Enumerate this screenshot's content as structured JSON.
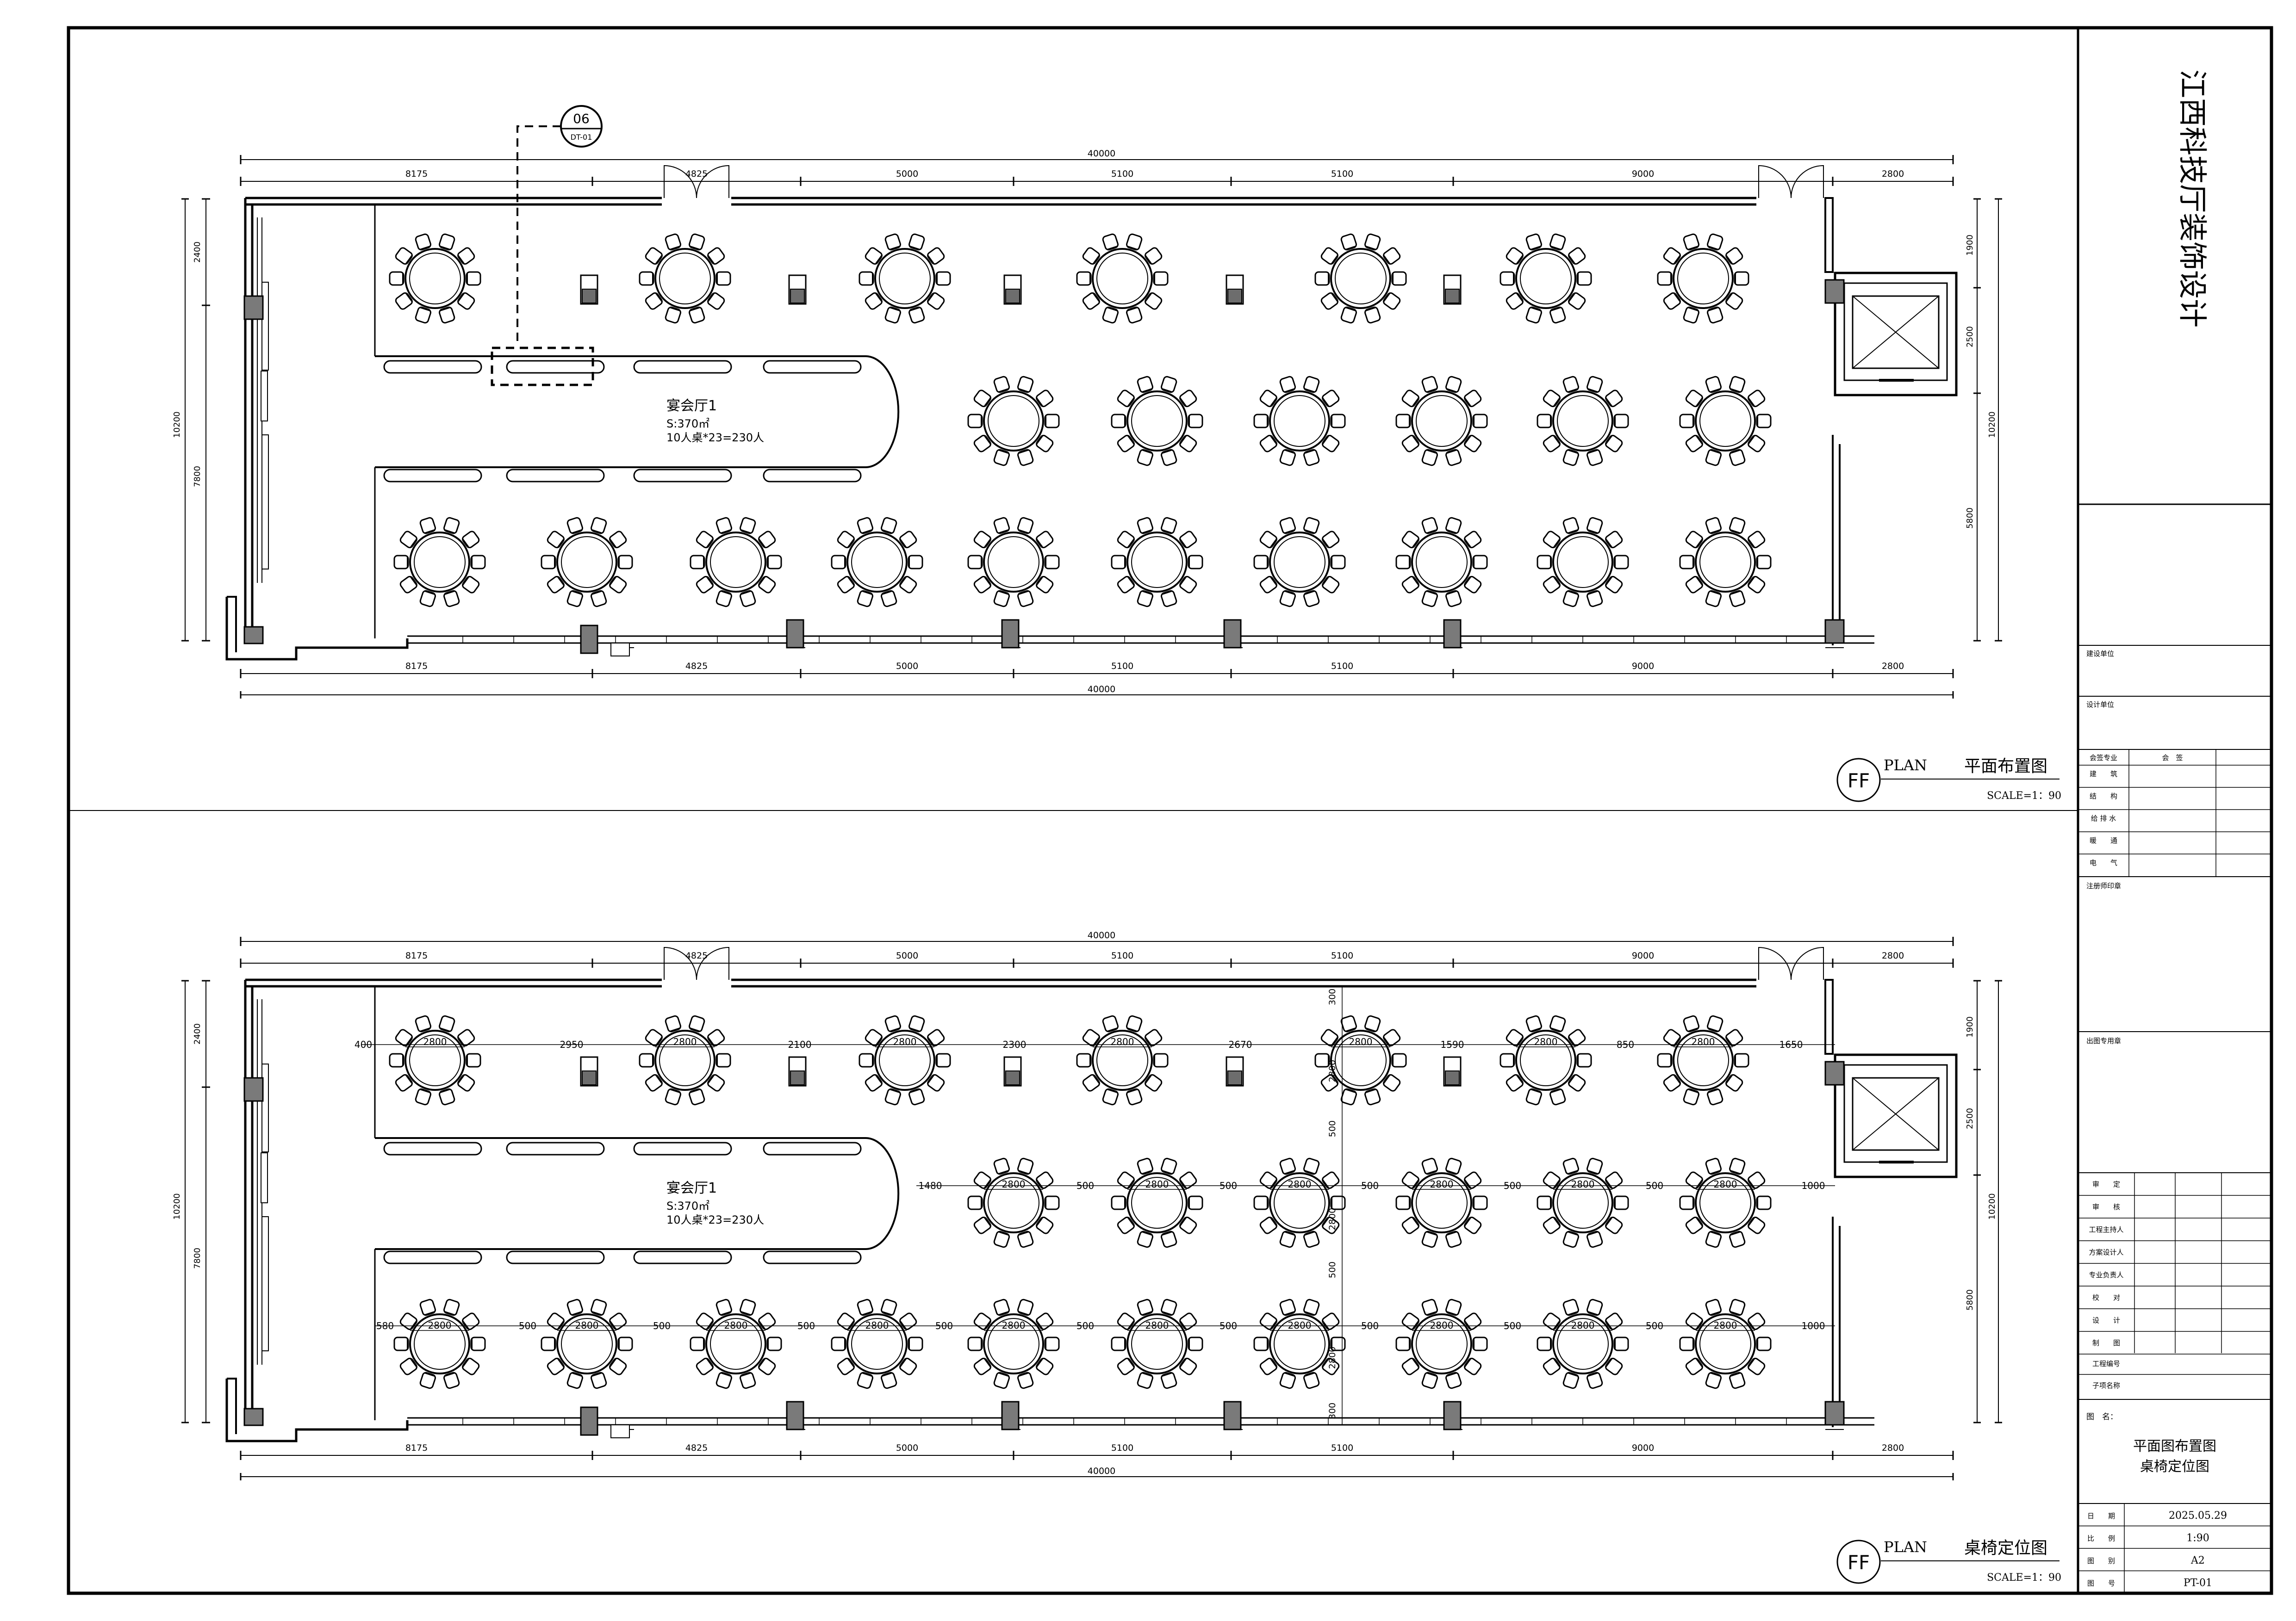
{
  "company": "江西科技厅装饰设计",
  "plans": [
    {
      "key": "plan1",
      "symbol": "FF",
      "plan_word": "PLAN",
      "title": "平面布置图",
      "scale": "SCALE=1：90",
      "room_name": "宴会厅1",
      "room_area": "S:370㎡",
      "room_capacity": "10人桌*23=230人",
      "callout_top": "06",
      "callout_bottom": "DT-01",
      "total": "40000",
      "top_dims": [
        "8175",
        "4825",
        "5000",
        "5100",
        "5100",
        "9000",
        "2800"
      ],
      "bottom_dims": [
        "8175",
        "4825",
        "5000",
        "5100",
        "5100",
        "9000",
        "2800"
      ],
      "left_total": "10200",
      "left_dims": [
        "2400",
        "7800"
      ],
      "right_total": "10200",
      "right_dims": [
        "1900",
        "2500",
        "5800"
      ]
    },
    {
      "key": "plan2",
      "symbol": "FF",
      "plan_word": "PLAN",
      "title": "桌椅定位图",
      "scale": "SCALE=1：90",
      "room_name": "宴会厅1",
      "room_area": "S:370㎡",
      "room_capacity": "10人桌*23=230人",
      "total": "40000",
      "top_dims": [
        "8175",
        "4825",
        "5000",
        "5100",
        "5100",
        "9000",
        "2800"
      ],
      "bottom_dims": [
        "8175",
        "4825",
        "5000",
        "5100",
        "5100",
        "9000",
        "2800"
      ],
      "left_total": "10200",
      "left_dims": [
        "2400",
        "7800"
      ],
      "right_total": "10200",
      "right_dims": [
        "1900",
        "2500",
        "5800"
      ],
      "table_diameter": "2800",
      "row1_gaps": [
        "400",
        "2950",
        "2100",
        "2300",
        "2670",
        "1590",
        "850",
        "1650"
      ],
      "row2_gaps": [
        "1480",
        "500",
        "500",
        "500",
        "500",
        "500",
        "1000"
      ],
      "row3_gaps": [
        "580",
        "500",
        "500",
        "500",
        "500",
        "500",
        "500",
        "500",
        "500",
        "500",
        "1000"
      ],
      "vertical_gaps": [
        "300",
        "500",
        "500",
        "300"
      ]
    }
  ],
  "title_block": {
    "owner_label": "建设单位",
    "designer_label": "设计单位",
    "sign_header": [
      "会签专业",
      "会　签"
    ],
    "disciplines": [
      "建　　筑",
      "结　　构",
      "给 排 水",
      "暖　　通",
      "电　　气"
    ],
    "reg_label": "注册师印章",
    "seal_label": "出图专用章",
    "roles": [
      "审　　定",
      "审　　核",
      "工程主持人",
      "方案设计人",
      "专业负责人",
      "校　　对",
      "设　　计",
      "制　　图"
    ],
    "project_no_label": "工程编号",
    "sub_item_label": "子项名称",
    "drawing_name_label": "图　名：",
    "drawing_name_1": "平面图布置图",
    "drawing_name_2": "桌椅定位图",
    "info": [
      {
        "label": "日　　期",
        "value": "2025.05.29"
      },
      {
        "label": "比　　例",
        "value": "1:90"
      },
      {
        "label": "图　　别",
        "value": "A2"
      },
      {
        "label": "图　　号",
        "value": "PT-01"
      }
    ]
  }
}
